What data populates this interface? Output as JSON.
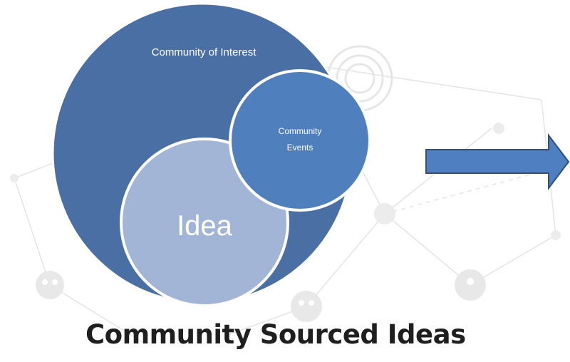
{
  "diagram": {
    "outer_circle": {
      "label": "Community of Interest",
      "color": "#4a6fa5"
    },
    "events_circle": {
      "label_line1": "Community",
      "label_line2": "Events",
      "color": "#4f80bd"
    },
    "idea_circle": {
      "label": "Idea",
      "color": "#a2b5d6"
    },
    "arrow": {
      "color": "#4f7fc0",
      "outline": "#2f4f7f"
    }
  },
  "heading": "Community Sourced Ideas",
  "background": {
    "pattern": "faint network of nodes and connecting lines with people icons"
  }
}
